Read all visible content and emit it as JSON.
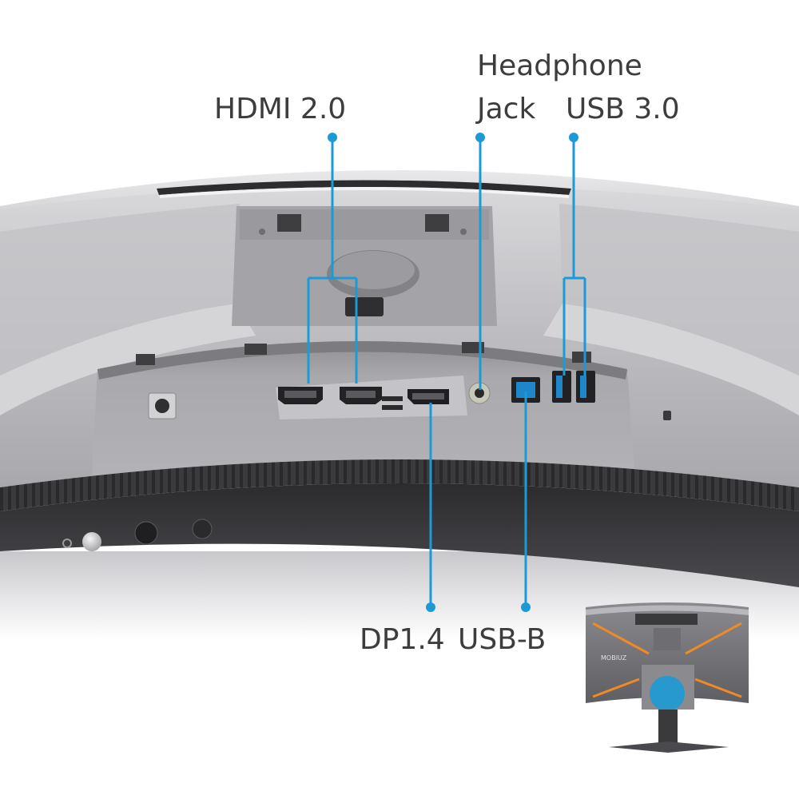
{
  "callouts": {
    "hdmi": "HDMI 2.0",
    "headphone_line1": "Headphone",
    "headphone_line2": "Jack",
    "usb3": "USB 3.0",
    "dp": "DP1.4",
    "usbb": "USB-B"
  },
  "inset": {
    "brand_text": "MOBIUZ"
  },
  "colors": {
    "callout_blue": "#1c9ad6",
    "housing_silver": "#b5b5b8",
    "bezel_dark": "#3a3a3d",
    "text_gray": "#3d3d3d",
    "accent_orange": "#f08a24"
  }
}
